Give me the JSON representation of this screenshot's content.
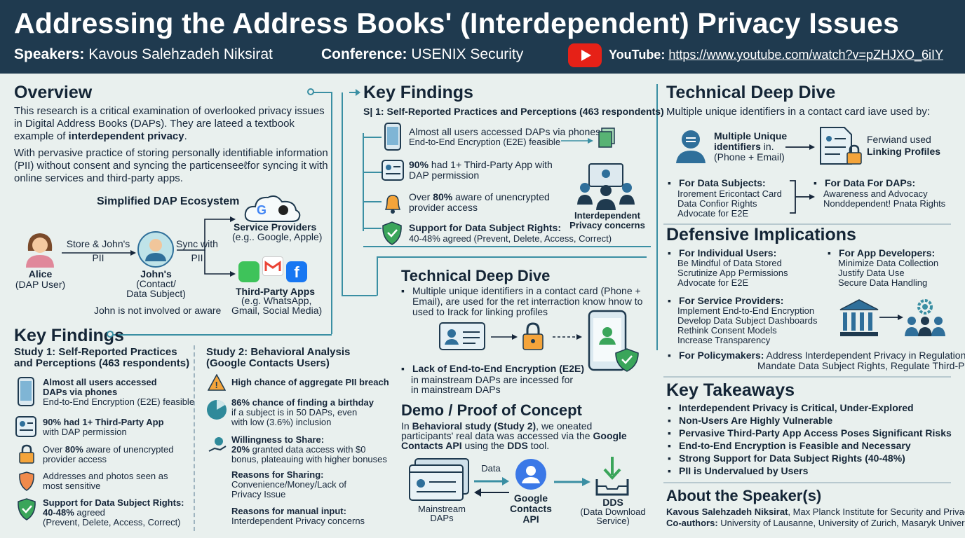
{
  "header": {
    "title": "Addressing the Address Books' (Interdependent) Privacy Issues",
    "speakers_label": "Speakers:",
    "speakers_value": "Kavous Salehzadeh Niksirat",
    "conference_label": "Conference:",
    "conference_value": "USENIX Security",
    "youtube_label": "YouTube:",
    "youtube_url": "https://www.youtube.com/watch?v=pZHJXO_6iIY"
  },
  "overview": {
    "title": "Overview",
    "p1_a": "This research is a critical examination of overlooked privacy issues in Digital Address Books (DAPs). They are lateed a textbook example of ",
    "p1_b": "interdependent privacy",
    "p1_c": ".",
    "p2": "With pervasive practice of storing personally identifiable information (PII) without consent and syncing the particenseeℓfor syncing it with online services and third-party apps.",
    "ecosystem_title": "Simplified DAP Ecosystem",
    "alice_name": "Alice",
    "alice_role": "(DAP User)",
    "store_label": "Store & John's",
    "store_pii": "PII",
    "john_name": "John's",
    "john_role_1": "(Contact/",
    "john_role_2": "Data Subject)",
    "sync_label": "Sync with",
    "sync_pii": "PII",
    "providers_title": "Service Providers",
    "providers_eg": "(e.g.. Google, Apple)",
    "apps_title": "Third-Party Apps",
    "apps_eg_1": "(e.g. WhatsApp,",
    "apps_eg_2": "Gmail, Social Media)",
    "note": "John is not involved or aware"
  },
  "key_findings_left": {
    "title": "Key Findings",
    "study1_title_1": "Study 1: Self-Reported Practices",
    "study1_title_2": "and Perceptions (463 respondents)",
    "s1_items": [
      {
        "a": "Almost all users accessed",
        "b": "DAPs via phones",
        "c": "End-to-End Encryption (E2E) feasible"
      },
      {
        "a": "90% had 1+ Third-Party App",
        "b": "with DAP permission"
      },
      {
        "a": "Over ",
        "b": "80%",
        "c": " aware of unencrypted",
        "d": "provider access"
      },
      {
        "a": "Addresses and photos seen as",
        "b": "most sensitive"
      },
      {
        "a": "Support for Data Subject Rights:",
        "b": "40-48%",
        "c": " agreed",
        "d": "(Prevent, Delete, Access, Correct)"
      }
    ],
    "study2_title_1": "Study 2: Behavioral Analysis",
    "study2_title_2": "(Google Contacts Users)",
    "s2_items": [
      {
        "a": "High chance of aggregate PII breach"
      },
      {
        "a": "86% chance of finding a birthday",
        "b": "if a subject is in 50 DAPs, even",
        "c": "with low (3.6%) inclusion"
      },
      {
        "a": "Willingness to Share:",
        "b": "20%",
        "c": " granted data access with $0",
        "d": "bonus, plateauing with higher bonuses"
      },
      {
        "a": "Reasons for Sharing:",
        "b": "Convenience/Money/Lack of",
        "c": "Privacy Issue"
      },
      {
        "a": "Reasons for manual input:",
        "b": "Interdependent Privacy concerns"
      }
    ]
  },
  "key_findings_mid": {
    "title": "Key Findings",
    "subtitle": "S| 1: Self-Reported Practices and Perceptions (463 respondents)",
    "items": [
      {
        "a": "Almost all users accessed DAPs via phones",
        "b": "End-to-End Encryption (E2E) feasible"
      },
      {
        "a": "90%",
        "b": " had 1+ Third-Party App with",
        "c": "DAP permission"
      },
      {
        "a": "Over ",
        "b": "80%",
        "c": " aware of unencrypted",
        "d": "provider access"
      },
      {
        "a": "Support for Data Subject Rights:",
        "b": "40-48% agreed (Prevent, Delete, Access, Correct)"
      }
    ],
    "interdep_1": "Interdependent",
    "interdep_2": "Privacy concerns"
  },
  "tech_mid": {
    "title": "Technical Deep Dive",
    "bullet1": "Multiple unique identifiers in a contact card (Phone + Email), are used for the ret interraction know hnow to used to Irack for linking profiles",
    "bullet2_title": "Lack of End-to-End Encryption (E2E)",
    "bullet2_text": "in mainstream DAPs are incessed for in mainstream DAPs"
  },
  "demo": {
    "title": "Demo / Proof of Concept",
    "text_a": "In ",
    "text_b": "Behavioral study (Study 2)",
    "text_c": ", we oneated participants' real data was accessed via the ",
    "text_d": "Google Contacts API",
    "text_e": " using the ",
    "text_f": "DDS",
    "text_g": " tool.",
    "data_label": "Data",
    "mainstream_1": "Mainstream",
    "mainstream_2": "DAPs",
    "gc_1": "Google",
    "gc_2": "Contacts",
    "gc_3": "API",
    "dds_1": "DDS",
    "dds_2": "(Data Download",
    "dds_3": "Service)"
  },
  "tech_right": {
    "title": "Technical Deep Dive",
    "intro": "Multiple unique identifiers in a contact card iave used by:",
    "mui_1": "Multiple Unique",
    "mui_2": "identifiers",
    "mui_3": " in.",
    "mui_4": "(Phone + Email)",
    "fw_1": "Ferwiand used",
    "fw_2": "Linking Profiles",
    "subjects_title": "For Data Subjects:",
    "subjects_lines": [
      "Irorement Ericontact Card",
      "Data Confior Rights",
      "Advocate for E2E"
    ],
    "daps_title": "For Data For DAPs:",
    "daps_lines": [
      "Awareness and Advocacy",
      "Nonddependent! Pnata Rights"
    ]
  },
  "defensive": {
    "title": "Defensive Implications",
    "individual_title": "For Individual Users:",
    "individual_lines": [
      "Be Mindful of Data Stored",
      "Scrutinize App Permissions",
      "Advocate for E2E"
    ],
    "developers_title": "For App Developers:",
    "developers_lines": [
      "Minimize Data Collection",
      "Justify Data Use",
      "Secure Data Handling"
    ],
    "providers_title": "For Service Providers:",
    "providers_lines": [
      "Implement End-to-End Encryption",
      "Develop Data Subject Dashboards",
      "Rethink Consent Models",
      "Increase Transparency"
    ],
    "policy_title": "For Policymakers:",
    "policy_line1": "Address Interdependent Privacy in Regulations",
    "policy_line2": "Mandate Data Subject Rights, Regulate Third-Party"
  },
  "takeaways": {
    "title": "Key Takeaways",
    "items": [
      "Interdependent Privacy is Critical, Under-Explored",
      "Non-Users Are Highly Vulnerable",
      "Pervasive Third-Party App Access Poses Significant Risks",
      "End-to-End Encryption is Feasible and Necessary",
      "Strong Support for Data Subject Rights (40-48%)",
      "PII is Undervalued by Users"
    ]
  },
  "speaker": {
    "title": "About the Speaker(s)",
    "name": "Kavous Salehzadeh Niksirat",
    "affiliation": ", Max Planck Institute for Security and Privacy",
    "coauthors_label": "Co-authors:",
    "coauthors": " University of Lausanne, University of Zurich, Masaryk University"
  },
  "colors": {
    "header_bg": "#1f3a4f",
    "accent_teal": "#3a8fa3",
    "youtube_red": "#e62117",
    "warning_orange": "#f4a43a",
    "shield_green": "#3aa55a",
    "icon_blue": "#2f6f9a"
  }
}
